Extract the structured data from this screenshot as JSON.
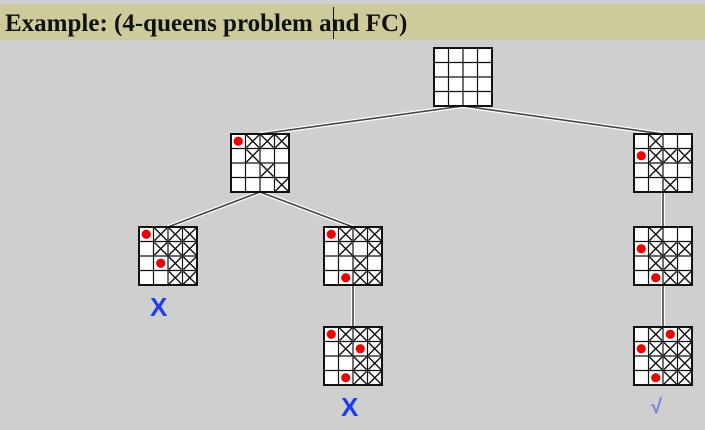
{
  "title": "Example: (4-queens problem and FC)",
  "colors": {
    "queen": "#ee0000",
    "result_fail": "#1f3cf5",
    "result_ok": "#6f7fe0",
    "grid": "#111111"
  },
  "nodes": [
    {
      "id": "root",
      "queens": [],
      "crossed": []
    },
    {
      "id": "q1-row1",
      "queens": [
        [
          0,
          0
        ]
      ],
      "crossed": [
        [
          0,
          1
        ],
        [
          0,
          2
        ],
        [
          0,
          3
        ],
        [
          1,
          1
        ],
        [
          2,
          2
        ],
        [
          3,
          3
        ]
      ]
    },
    {
      "id": "q1-row2",
      "queens": [
        [
          1,
          0
        ]
      ],
      "crossed": [
        [
          1,
          1
        ],
        [
          1,
          2
        ],
        [
          1,
          3
        ],
        [
          0,
          1
        ],
        [
          2,
          1
        ],
        [
          3,
          2
        ]
      ]
    },
    {
      "id": "row1-row3",
      "queens": [
        [
          0,
          0
        ],
        [
          2,
          1
        ]
      ],
      "crossed": [
        [
          0,
          1
        ],
        [
          0,
          2
        ],
        [
          0,
          3
        ],
        [
          1,
          1
        ],
        [
          2,
          2
        ],
        [
          3,
          3
        ],
        [
          2,
          3
        ],
        [
          1,
          2
        ],
        [
          3,
          2
        ],
        [
          1,
          3
        ],
        [
          3,
          2
        ]
      ]
    },
    {
      "id": "row1-row4",
      "queens": [
        [
          0,
          0
        ],
        [
          3,
          1
        ]
      ],
      "crossed": [
        [
          0,
          1
        ],
        [
          0,
          2
        ],
        [
          0,
          3
        ],
        [
          1,
          1
        ],
        [
          2,
          2
        ],
        [
          3,
          3
        ],
        [
          3,
          2
        ],
        [
          2,
          2
        ],
        [
          1,
          3
        ]
      ]
    },
    {
      "id": "row1-row4-row2",
      "queens": [
        [
          0,
          0
        ],
        [
          3,
          1
        ],
        [
          1,
          2
        ]
      ],
      "crossed": [
        [
          0,
          1
        ],
        [
          0,
          2
        ],
        [
          0,
          3
        ],
        [
          1,
          1
        ],
        [
          2,
          2
        ],
        [
          3,
          3
        ],
        [
          3,
          2
        ],
        [
          1,
          3
        ],
        [
          2,
          3
        ]
      ]
    },
    {
      "id": "row2-row4",
      "queens": [
        [
          1,
          0
        ],
        [
          3,
          1
        ]
      ],
      "crossed": [
        [
          1,
          1
        ],
        [
          1,
          2
        ],
        [
          1,
          3
        ],
        [
          0,
          1
        ],
        [
          2,
          1
        ],
        [
          3,
          2
        ],
        [
          2,
          2
        ],
        [
          3,
          3
        ]
      ]
    },
    {
      "id": "row2-row4-row1",
      "queens": [
        [
          1,
          0
        ],
        [
          3,
          1
        ],
        [
          0,
          2
        ]
      ],
      "crossed": [
        [
          1,
          1
        ],
        [
          1,
          2
        ],
        [
          1,
          3
        ],
        [
          0,
          1
        ],
        [
          2,
          1
        ],
        [
          3,
          2
        ],
        [
          2,
          2
        ],
        [
          3,
          3
        ],
        [
          0,
          3
        ],
        [
          1,
          3
        ],
        [
          2,
          3
        ]
      ]
    }
  ],
  "results": [
    {
      "id": "x-left",
      "text": "X",
      "kind": "fail"
    },
    {
      "id": "x-middle",
      "text": "X",
      "kind": "fail"
    },
    {
      "id": "solution-check",
      "text": "√",
      "kind": "ok"
    }
  ]
}
